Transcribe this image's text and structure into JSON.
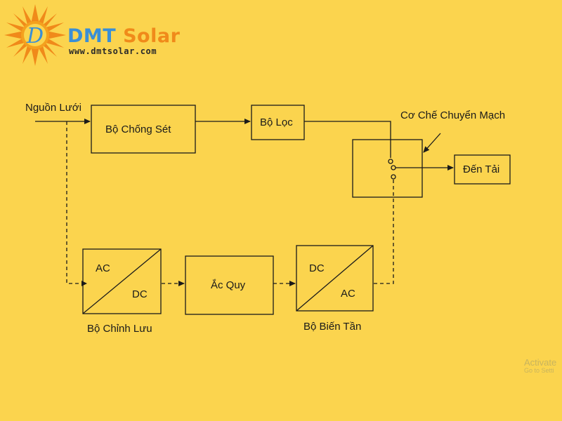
{
  "logo": {
    "brand_part1": "DMT",
    "brand_part2": "Solar",
    "website": "www.dmtsolar.com",
    "monogram": "D",
    "icon": "sun-logo-icon",
    "colors": {
      "blue": "#3a8fd6",
      "orange": "#f08a1a"
    }
  },
  "diagram": {
    "input_label": "Nguồn Lưới",
    "surge_protector": "Bộ Chống Sét",
    "filter": "Bộ Lọc",
    "switch_label": "Cơ Chế Chuyển Mạch",
    "output": "Đến Tải",
    "rectifier": {
      "top": "AC",
      "bottom": "DC",
      "caption": "Bộ Chỉnh Lưu"
    },
    "battery": "Ắc Quy",
    "inverter": {
      "top": "DC",
      "bottom": "AC",
      "caption": "Bộ Biến Tần"
    }
  },
  "watermark": {
    "line1": "Activate",
    "line2": "Go to Setti"
  },
  "colors": {
    "background": "#fbd44e",
    "line": "#1a1a1a"
  }
}
